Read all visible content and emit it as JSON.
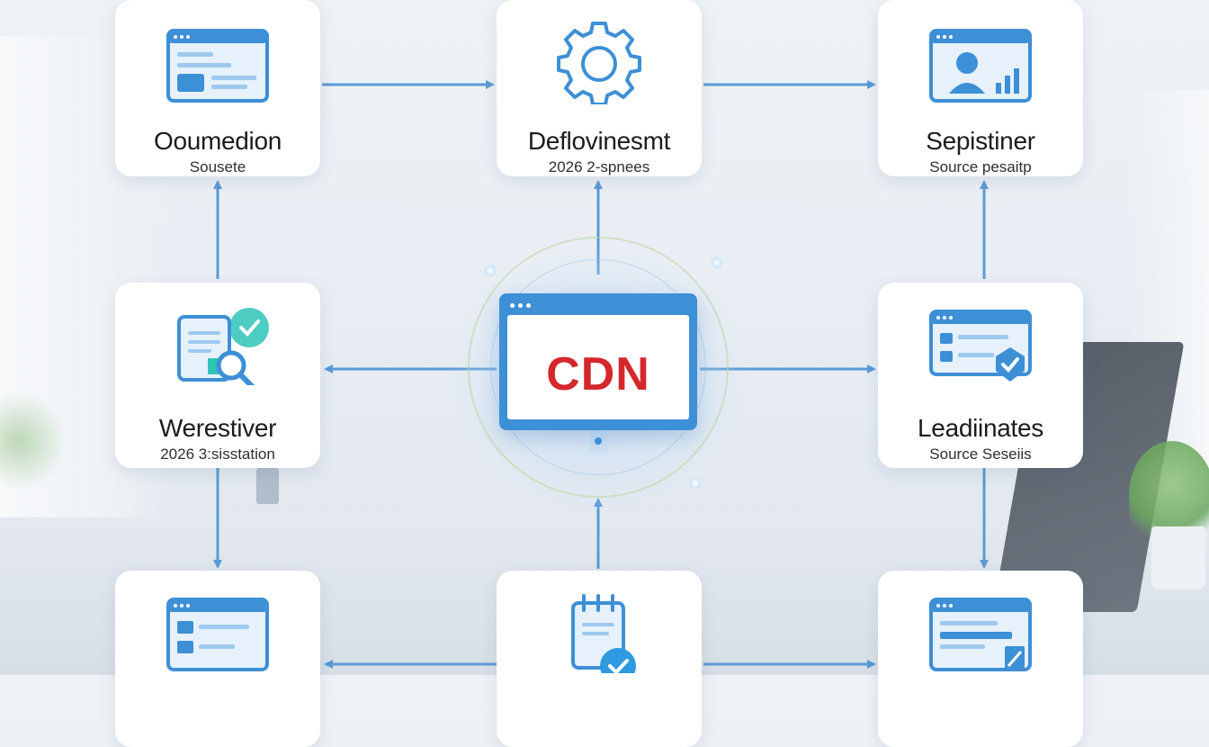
{
  "center": {
    "label": "CDN"
  },
  "nodes": {
    "top_left": {
      "title": "Ooumedion",
      "subtitle": "Sousete",
      "icon": "browser-form-icon"
    },
    "top_center": {
      "title": "Deflovinesmt",
      "subtitle": "2026 2-spnees",
      "icon": "gear-icon"
    },
    "top_right": {
      "title": "Sepistiner",
      "subtitle": "Source pesaitp",
      "icon": "profile-stats-icon"
    },
    "middle_left": {
      "title": "Werestiver",
      "subtitle": "2026 3:sisstation",
      "icon": "document-search-check-icon"
    },
    "middle_right": {
      "title": "Leadiinates",
      "subtitle": "Source Seseiis",
      "icon": "browser-shield-check-icon"
    },
    "bottom_left": {
      "title": "",
      "subtitle": "",
      "icon": "browser-form-icon"
    },
    "bottom_center": {
      "title": "",
      "subtitle": "",
      "icon": "notepad-check-icon"
    },
    "bottom_right": {
      "title": "",
      "subtitle": "",
      "icon": "browser-edit-icon"
    }
  },
  "colors": {
    "accent": "#3d8fd6",
    "accent_light": "#9ec9ef",
    "cdn_text": "#d4282c",
    "check": "#2ec4b6",
    "connector": "#5b9bd5"
  }
}
